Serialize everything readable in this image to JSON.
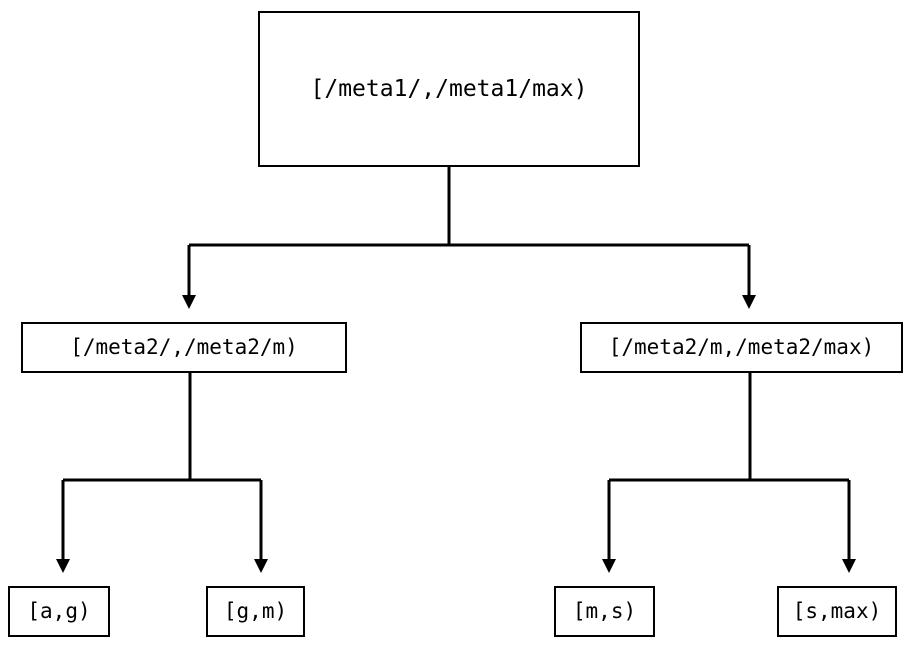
{
  "diagram": {
    "type": "tree",
    "orientation": "top-down",
    "background_color": "#ffffff",
    "line_color": "#000000",
    "text_color": "#000000",
    "nodes": {
      "root": {
        "label": "[/meta1/,/meta1/max)"
      },
      "mid_left": {
        "label": "[/meta2/,/meta2/m)"
      },
      "mid_right": {
        "label": "[/meta2/m,/meta2/max)"
      },
      "leaf_ag": {
        "label": "[a,g)"
      },
      "leaf_gm": {
        "label": "[g,m)"
      },
      "leaf_ms": {
        "label": "[m,s)"
      },
      "leaf_smax": {
        "label": "[s,max)"
      }
    },
    "edges": [
      {
        "from": "root",
        "to": "mid_left",
        "arrowhead": "filled-triangle-down"
      },
      {
        "from": "root",
        "to": "mid_right",
        "arrowhead": "filled-triangle-down"
      },
      {
        "from": "mid_left",
        "to": "leaf_ag",
        "arrowhead": "filled-triangle-down"
      },
      {
        "from": "mid_left",
        "to": "leaf_gm",
        "arrowhead": "filled-triangle-down"
      },
      {
        "from": "mid_right",
        "to": "leaf_ms",
        "arrowhead": "filled-triangle-down"
      },
      {
        "from": "mid_right",
        "to": "leaf_smax",
        "arrowhead": "filled-triangle-down"
      }
    ]
  }
}
